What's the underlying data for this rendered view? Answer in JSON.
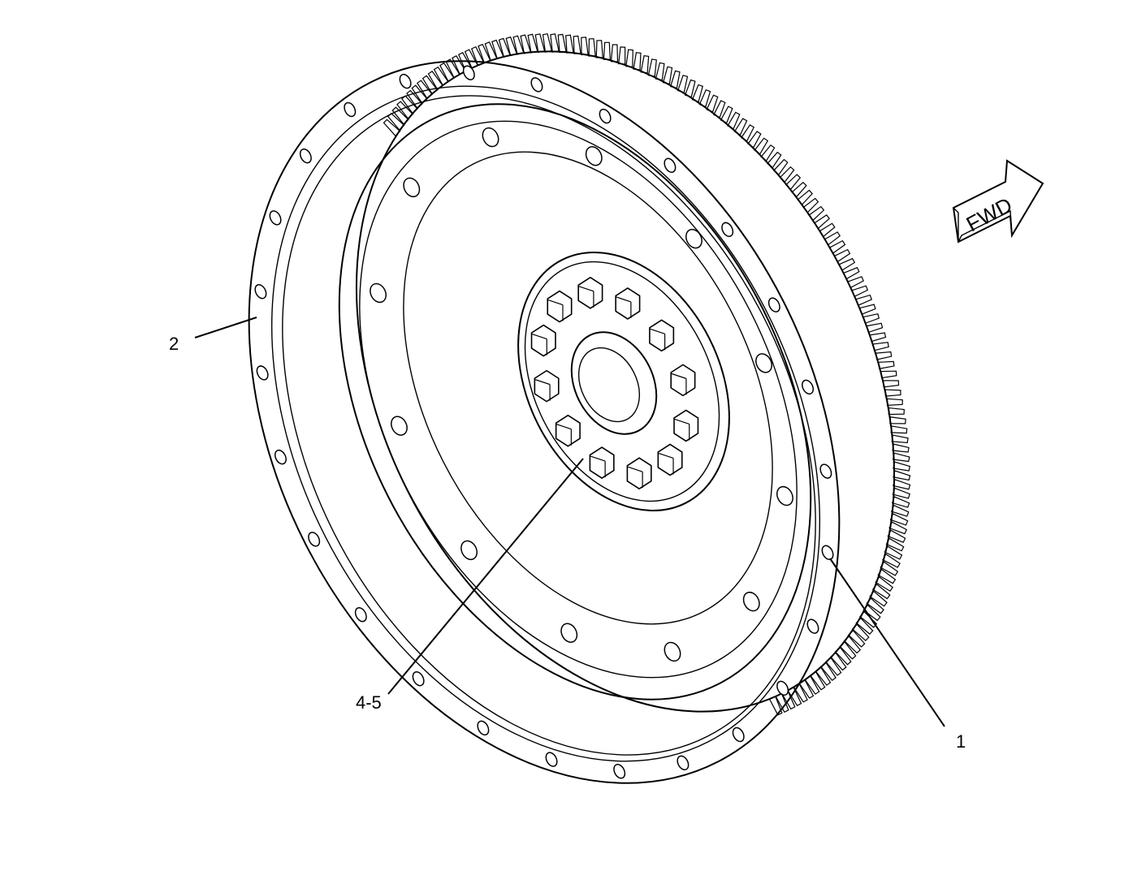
{
  "diagram": {
    "callouts": {
      "ring_gear": "1",
      "flywheel_housing": "2",
      "bolts": "4-5"
    },
    "direction_indicator": {
      "label": "FWD",
      "icon": "forward-arrow-icon"
    },
    "colors": {
      "line": "#000000",
      "background": "#ffffff"
    }
  }
}
